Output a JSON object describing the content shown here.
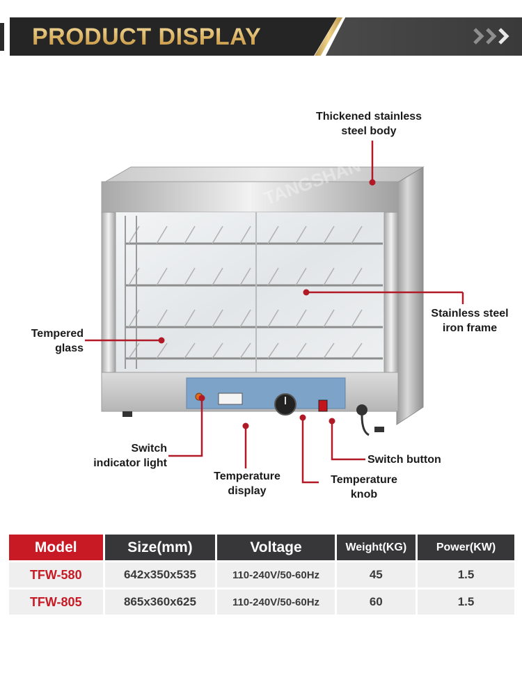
{
  "header": {
    "title": "PRODUCT DISPLAY",
    "arrows_icon": "triple-chevron-right-icon",
    "colors": {
      "banner_dark": "#252525",
      "gold": "#d6ab5a",
      "accent_red": "#c71a24"
    }
  },
  "product": {
    "image_description_icon": "food-display-warmer-cabinet",
    "watermark": "TANGSHAN"
  },
  "callouts": {
    "body": "Thickened stainless steel body",
    "body_line1": "Thickened stainless",
    "body_line2": "steel body",
    "frame_line1": "Stainless steel",
    "frame_line2": "iron frame",
    "glass_line1": "Tempered",
    "glass_line2": "glass",
    "light_line1": "Switch",
    "light_line2": "indicator light",
    "tempdisp_line1": "Temperature",
    "tempdisp_line2": "display",
    "knob_line1": "Temperature",
    "knob_line2": "knob",
    "switch": "Switch button"
  },
  "spec_table": {
    "headers": [
      "Model",
      "Size(mm)",
      "Voltage",
      "Weight(KG)",
      "Power(KW)"
    ],
    "rows": [
      {
        "model": "TFW-580",
        "size": "642x350x535",
        "voltage": "110-240V/50-60Hz",
        "weight": "45",
        "power": "1.5"
      },
      {
        "model": "TFW-805",
        "size": "865x360x625",
        "voltage": "110-240V/50-60Hz",
        "weight": "60",
        "power": "1.5"
      }
    ]
  }
}
